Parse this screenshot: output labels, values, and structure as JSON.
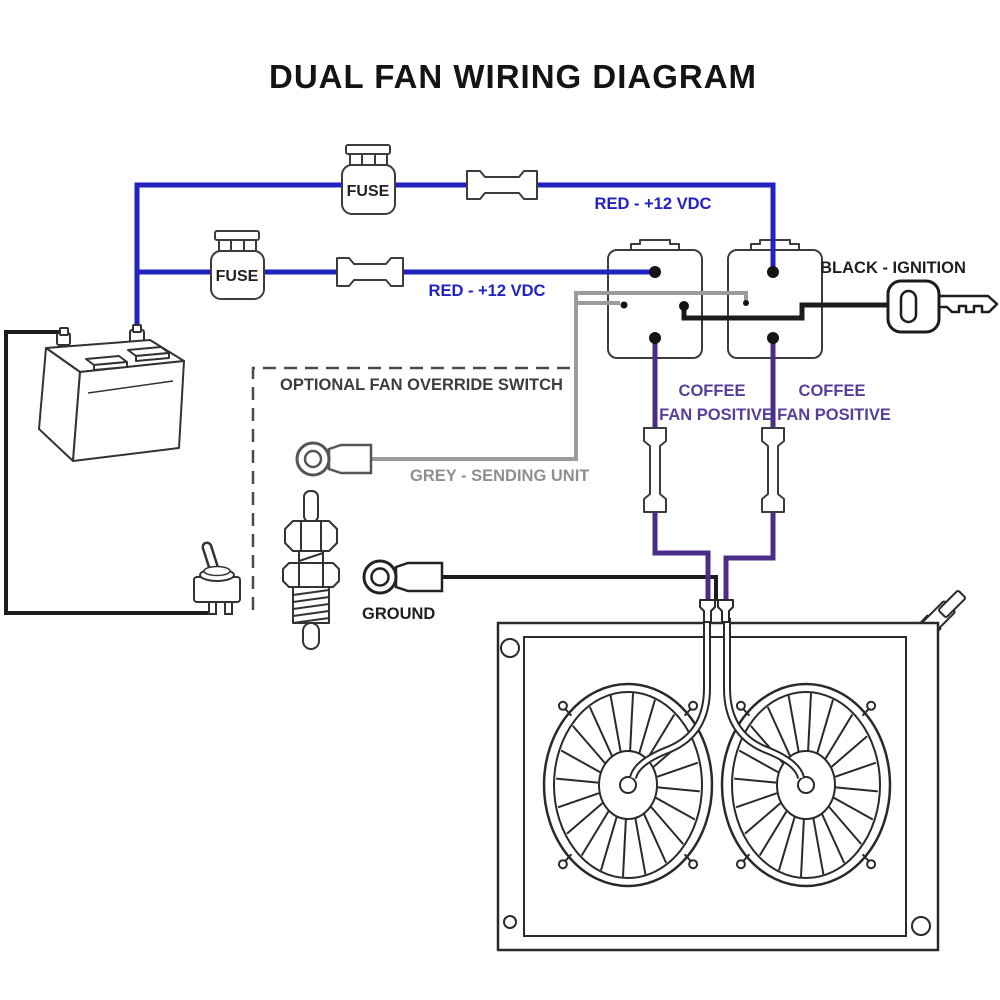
{
  "title": "DUAL FAN WIRING DIAGRAM",
  "labels": {
    "fuse_top": "FUSE",
    "fuse_bottom": "FUSE",
    "red_power_top": "RED - +12 VDC",
    "red_power_bottom": "RED - +12 VDC",
    "black_ignition": "BLACK - IGNITION",
    "fan1_positive_line1": "COFFEE",
    "fan1_positive_line2": "FAN POSITIVE",
    "fan2_positive_line1": "COFFEE",
    "fan2_positive_line2": "FAN POSITIVE",
    "override_switch": "OPTIONAL FAN OVERRIDE SWITCH",
    "sending_unit": "GREY - SENDING UNIT",
    "ground": "GROUND"
  },
  "colors": {
    "background": "#ffffff",
    "wire_red": "#2222c2",
    "wire_purple": "#4b2d87",
    "wire_grey": "#9b9b9b",
    "wire_black": "#1c1c1c",
    "component_outline": "#3c3c3c",
    "label_red": "#2222c2",
    "label_purple": "#57409a",
    "label_grey": "#8f8f8f",
    "label_dark": "#1f1f1f",
    "label_charcoal": "#3d3d3d"
  }
}
